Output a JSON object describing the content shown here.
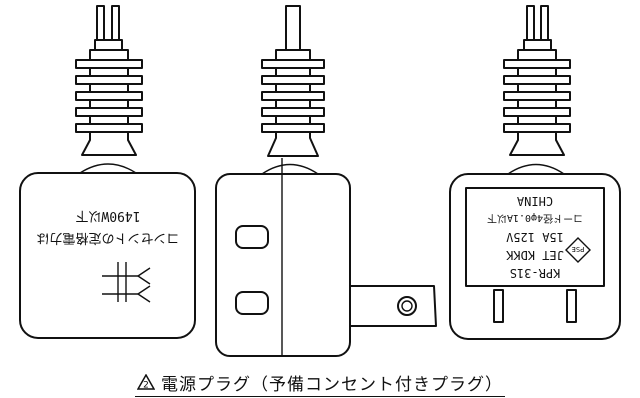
{
  "left_view": {
    "line1": "コンセントの定格電力は",
    "line2": "1490W以下"
  },
  "right_view": {
    "line1": "KPR-31S",
    "line2": "JET KDKK",
    "line3": "15A 125V",
    "line4": "コード径4φ0.1A以下",
    "line5": "CHINA",
    "mark": "PSE"
  },
  "caption": {
    "note_number": "2",
    "text": "電源プラグ（予備コンセント付きプラグ）"
  }
}
